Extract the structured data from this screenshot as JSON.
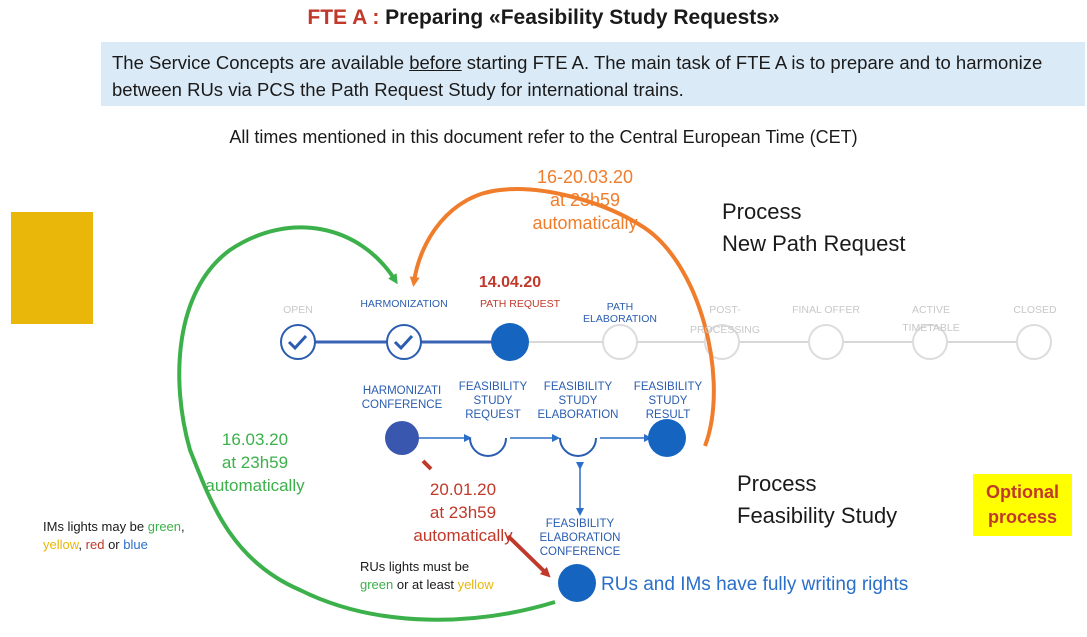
{
  "header": {
    "title_prefix": "FTE A :",
    "title_rest": " Preparing «Feasibility Study Requests»",
    "intro_part1": "The Service Concepts are available ",
    "intro_underlined": "before",
    "intro_part2": " starting FTE A. The main task of FTE A is to prepare and to harmonize between RUs via PCS the Path Request Study for international trains.",
    "cet_note": "All times mentioned in this document refer to the Central European Time (CET)"
  },
  "process_new_path": {
    "line1": "Process",
    "line2": "New Path Request",
    "date": "14.04.20",
    "stages": [
      "OPEN",
      "HARMONIZATION",
      "PATH REQUEST",
      "PATH ELABORATION",
      "POST-PROCESSING",
      "FINAL OFFER",
      "ACTIVE TIMETABLE",
      "CLOSED"
    ],
    "stage_post_1": "POST-",
    "stage_post_2": "PROCESSING",
    "stage_active_1": "ACTIVE",
    "stage_active_2": "TIMETABLE",
    "stage_path_1": "PATH",
    "stage_path_2": "ELABORATION"
  },
  "process_feasibility": {
    "line1": "Process",
    "line2": "Feasibility Study",
    "harm_conf_1": "HARMONIZATI",
    "harm_conf_2": "CONFERENCE",
    "fsr_1": "FEASIBILITY",
    "fsr_2": "STUDY",
    "fsr_3": "REQUEST",
    "fse_1": "FEASIBILITY",
    "fse_2": "STUDY",
    "fse_3": "ELABORATION",
    "fsres_1": "FEASIBILITY",
    "fsres_2": "STUDY",
    "fsres_3": "RESULT",
    "fsec_1": "FEASIBILITY",
    "fsec_2": "ELABORATION",
    "fsec_3": "CONFERENCE"
  },
  "annotations": {
    "orange_1": "16-20.03.20",
    "orange_2": "at 23h59",
    "orange_3": "automatically",
    "green_1": "16.03.20",
    "green_2": "at 23h59",
    "green_3": "automatically",
    "red_1": "20.01.20",
    "red_2": "at 23h59",
    "red_3": "automatically"
  },
  "optional": {
    "line1": "Optional",
    "line2": "process"
  },
  "notes": {
    "ims_1": "IMs lights may be ",
    "ims_green": "green",
    "ims_comma": ",",
    "ims_yellow": "yellow",
    "ims_sep1": ", ",
    "ims_red": "red",
    "ims_or": " or ",
    "ims_blue": "blue",
    "rus_1": "RUs lights must be",
    "rus_green": "green",
    "rus_mid": " or at least ",
    "rus_yellow": "yellow",
    "writing_rights": "RUs and IMs have fully writing rights"
  },
  "colors": {
    "green": "#3cb04a",
    "orange": "#f07d2b",
    "red": "#c0392b",
    "blue": "#2a6fc9",
    "yellow_block": "#e8b70a"
  }
}
